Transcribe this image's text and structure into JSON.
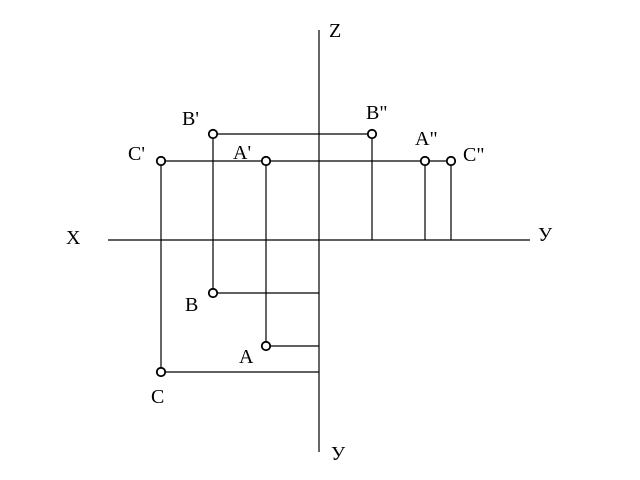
{
  "axes": {
    "x_label": "X",
    "y_right_label": "У",
    "z_label": "Z",
    "y_down_label": "У"
  },
  "points": [
    {
      "label": "A",
      "role": "horizontal projection"
    },
    {
      "label": "B",
      "role": "horizontal projection"
    },
    {
      "label": "C",
      "role": "horizontal projection"
    },
    {
      "label": "A'",
      "role": "frontal projection"
    },
    {
      "label": "B'",
      "role": "frontal projection"
    },
    {
      "label": "C'",
      "role": "frontal projection"
    },
    {
      "label": "A''",
      "display": "A\"",
      "role": "profile projection"
    },
    {
      "label": "B''",
      "display": "B\"",
      "role": "profile projection"
    },
    {
      "label": "C''",
      "display": "C\"",
      "role": "profile projection"
    }
  ],
  "labels": {
    "A": "A",
    "B": "B",
    "C": "C",
    "A1": "A'",
    "B1": "B'",
    "C1": "C'",
    "A2": "A\"",
    "B2": "B\"",
    "C2": "C\""
  },
  "colors": {
    "ink": "#000000",
    "background": "#ffffff"
  }
}
